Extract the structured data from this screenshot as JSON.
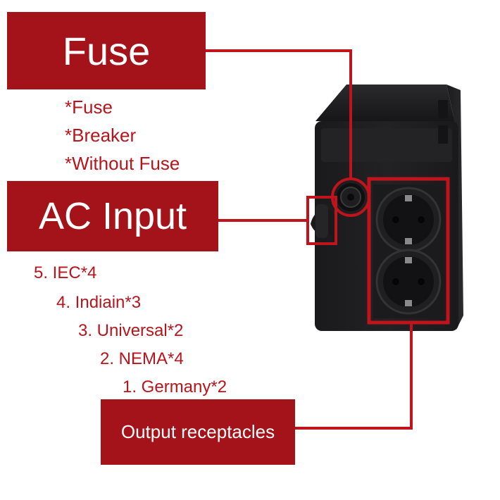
{
  "labels": {
    "fuse": "Fuse",
    "ac_input": "AC Input",
    "output": "Output receptacles"
  },
  "fuse_options": [
    "*Fuse",
    "*Breaker",
    "*Without Fuse"
  ],
  "ac_options": [
    "5. IEC*4",
    "4. Indiain*3",
    "3. Universal*2",
    "2. NEMA*4",
    "1. Germany*2"
  ],
  "colors": {
    "accent": "#a31319",
    "text_red": "#b8141c",
    "device_body": "#1d1d1f",
    "callout_line": "#c0141c"
  }
}
